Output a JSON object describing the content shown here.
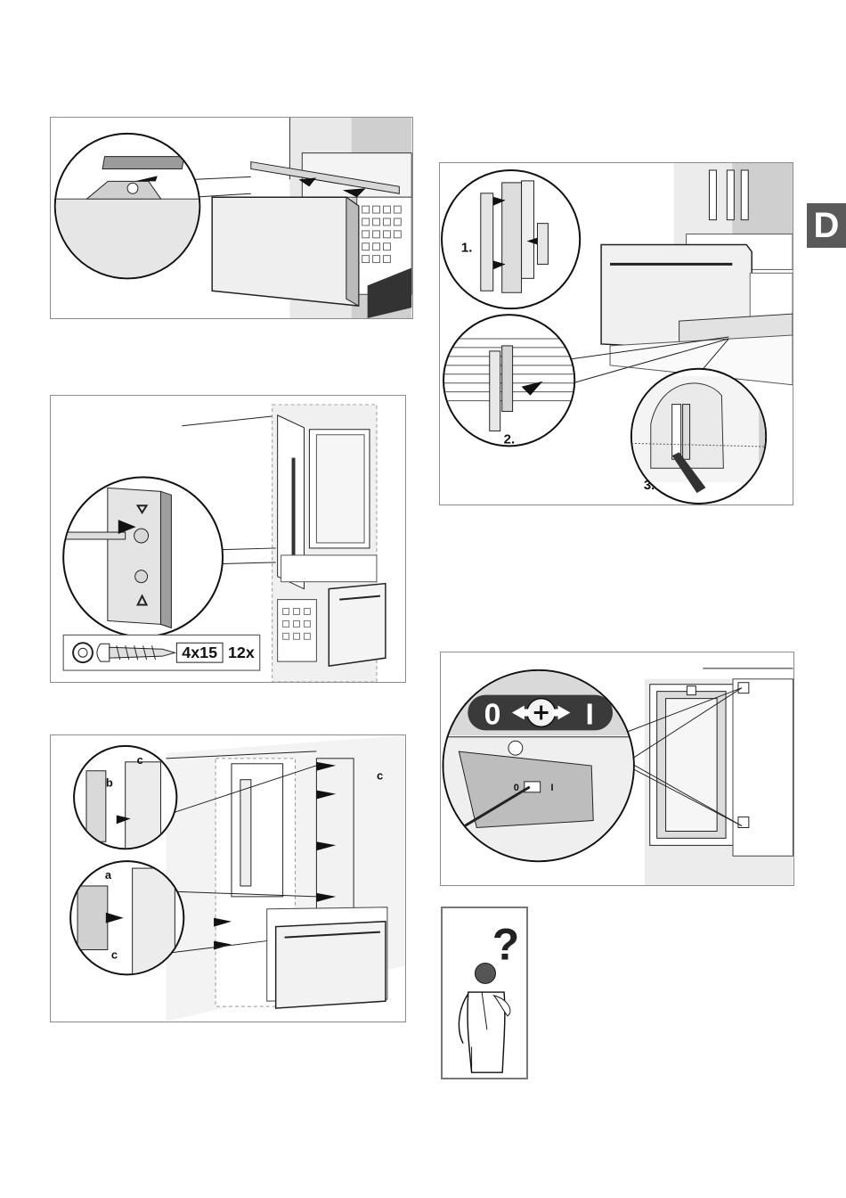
{
  "section_tab": "D",
  "panel_1": {
    "image": "drawer-front-trim-strip-mounting"
  },
  "panel_2": {
    "image": "hinge-bracket-screw-fixing",
    "screw": {
      "size": "4x15",
      "quantity": "12x"
    }
  },
  "panel_3": {
    "image": "side-cover-strip-fitting",
    "labels": {
      "a": "a",
      "b": "b",
      "c": "c"
    }
  },
  "panel_4": {
    "image": "plinth-grille-clip-steps",
    "steps": [
      "1.",
      "2.",
      "3."
    ]
  },
  "panel_5": {
    "image": "door-alignment-adjuster",
    "scale_min": "0",
    "scale_max": "I",
    "part_min": "0",
    "part_max": "I"
  },
  "panel_6": {
    "image": "question-mark-person",
    "symbol": "?"
  }
}
